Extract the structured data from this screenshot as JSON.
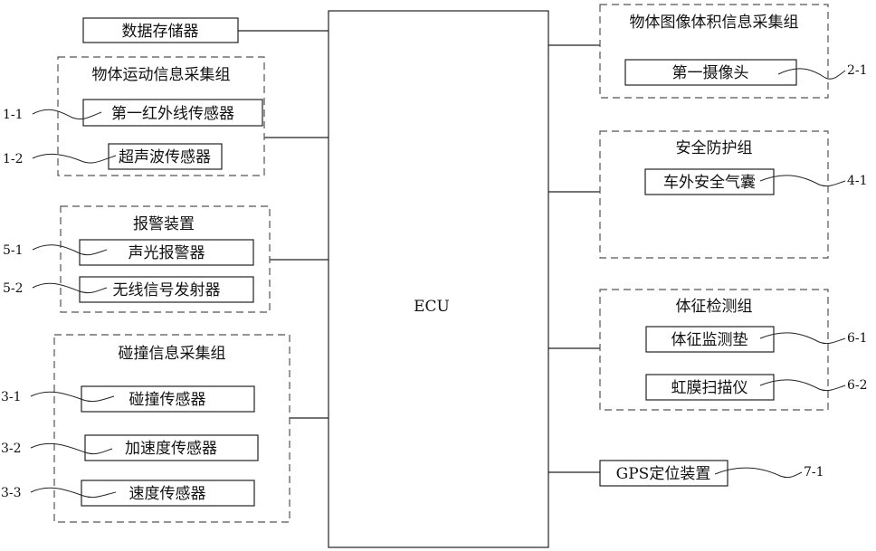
{
  "ecu": "ECU",
  "storage": "数据存储器",
  "motion": {
    "title": "物体运动信息采集组",
    "items": [
      {
        "label": "第一红外线传感器",
        "ref": "1-1"
      },
      {
        "label": "超声波传感器",
        "ref": "1-2"
      }
    ]
  },
  "alarm": {
    "title": "报警装置",
    "items": [
      {
        "label": "声光报警器",
        "ref": "5-1"
      },
      {
        "label": "无线信号发射器",
        "ref": "5-2"
      }
    ]
  },
  "collision": {
    "title": "碰撞信息采集组",
    "items": [
      {
        "label": "碰撞传感器",
        "ref": "3-1"
      },
      {
        "label": "加速度传感器",
        "ref": "3-2"
      },
      {
        "label": "速度传感器",
        "ref": "3-3"
      }
    ]
  },
  "image": {
    "title": "物体图像体积信息采集组",
    "items": [
      {
        "label": "第一摄像头",
        "ref": "2-1"
      }
    ]
  },
  "safety": {
    "title": "安全防护组",
    "items": [
      {
        "label": "车外安全气囊",
        "ref": "4-1"
      }
    ]
  },
  "vital": {
    "title": "体征检测组",
    "items": [
      {
        "label": "体征监测垫",
        "ref": "6-1"
      },
      {
        "label": "虹膜扫描仪",
        "ref": "6-2"
      }
    ]
  },
  "gps": {
    "label": "GPS定位装置",
    "ref": "7-1"
  }
}
